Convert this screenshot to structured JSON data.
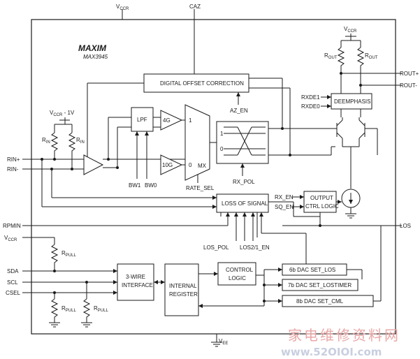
{
  "brand": {
    "logo": "MAXIM",
    "part_number": "MAX3945"
  },
  "pins": {
    "vccr_top": "V",
    "vccr_top_sub": "CCR",
    "caz": "CAZ",
    "vee": "V",
    "vee_sub": "EE",
    "rin_p": "RIN+",
    "rin_n": "RIN-",
    "rpmin": "RPMIN",
    "vccr_left": "V",
    "vccr_left_sub": "CCR",
    "sda": "SDA",
    "scl": "SCL",
    "csel": "CSEL",
    "rout_p": "ROUT+",
    "rout_n": "ROUT-",
    "los": "LOS",
    "vcc_out": "V",
    "vcc_out_sub": "CCR"
  },
  "blocks": {
    "digital_offset": "DIGITAL OFFSET CORRECTION",
    "lpf": "LPF",
    "amp_4g": "4G",
    "amp_10g": "10G",
    "mux_label": "MX",
    "mux_in1": "1",
    "mux_in0": "0",
    "pol_in1": "1",
    "pol_in0": "0",
    "deemphasis": "DEEMPHASIS",
    "loss_of_signal": "LOSS OF SIGNAL",
    "output_ctrl_line1": "OUTPUT",
    "output_ctrl_line2": "CTRL LOGIC",
    "wire3_line1": "3-WIRE",
    "wire3_line2": "INTERFACE",
    "control_logic_line1": "CONTROL",
    "control_logic_line2": "LOGIC",
    "internal_reg_line1": "INTERNAL",
    "internal_reg_line2": "REGISTER",
    "dac_los": "6b DAC SET_LOS",
    "dac_lostimer": "7b DAC SET_LOSTIMER",
    "dac_cml": "8b DAC SET_CML"
  },
  "signals": {
    "vcc_1v": "V",
    "vcc_1v_sub": "CCR",
    "vcc_1v_suffix": " - 1V",
    "rin_res_left": "R",
    "rin_res_left_sub": "IN",
    "rin_res_right": "R",
    "rin_res_right_sub": "IN",
    "rout_left": "R",
    "rout_left_sub": "OUT",
    "rout_right": "R",
    "rout_right_sub": "OUT",
    "az_en": "AZ_EN",
    "bw1": "BW1",
    "bw0": "BW0",
    "rate_sel": "RATE_SEL",
    "rx_pol": "RX_POL",
    "rxde1": "RXDE1",
    "rxde0": "RXDE0",
    "rx_en": "RX_EN",
    "sq_en": "SQ_EN",
    "los_pol": "LOS_POL",
    "los2_1_en": "LOS2/1_EN",
    "rpull1": "R",
    "rpull1_sub": "PULL",
    "rpull2": "R",
    "rpull2_sub": "PULL",
    "rpull3": "R",
    "rpull3_sub": "PULL"
  },
  "watermark": {
    "chinese": "家电维修资料网",
    "url": "www.52OIOI.com"
  }
}
